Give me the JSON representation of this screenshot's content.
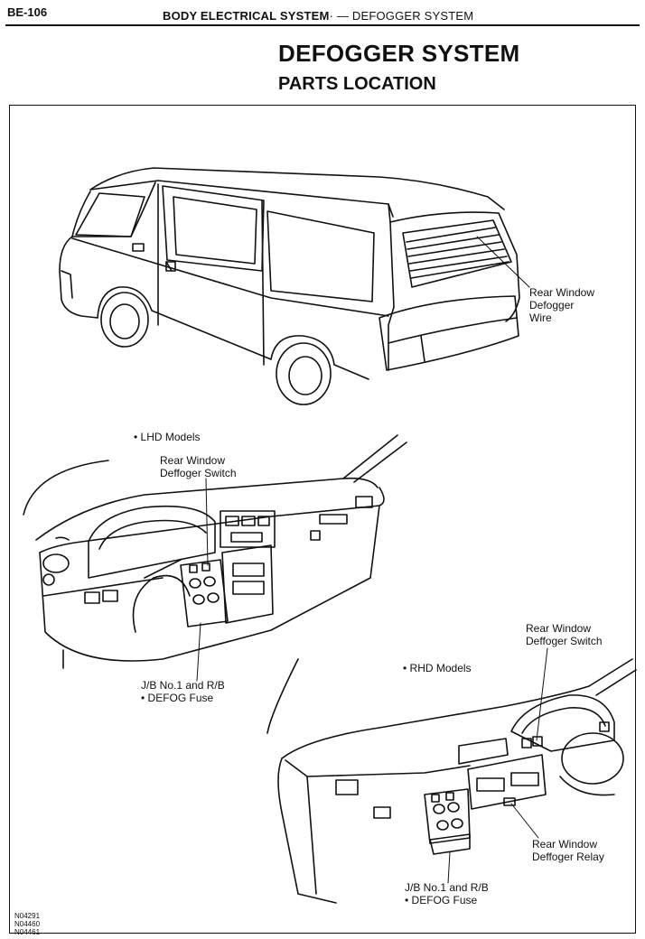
{
  "header": {
    "page_number": "BE-106",
    "section": "BODY ELECTRICAL SYSTEM",
    "separator": "·  —  ",
    "subsection": "DEFOGGER SYSTEM"
  },
  "title": "DEFOGGER SYSTEM",
  "subtitle": "PARTS LOCATION",
  "labels": {
    "rear_window_defogger_wire": "Rear Window\nDefogger\nWire",
    "lhd_models": "• LHD Models",
    "lhd_switch": "Rear Window\nDeffoger Switch",
    "lhd_fuse": "J/B No.1 and R/B\n• DEFOG Fuse",
    "rhd_models": "• RHD Models",
    "rhd_switch": "Rear Window\nDeffoger Switch",
    "rhd_relay": "Rear Window\nDeffoger Relay",
    "rhd_fuse": "J/B No.1 and R/B\n• DEFOG Fuse"
  },
  "figure_codes": "N04291\nN04460\nN04461"
}
